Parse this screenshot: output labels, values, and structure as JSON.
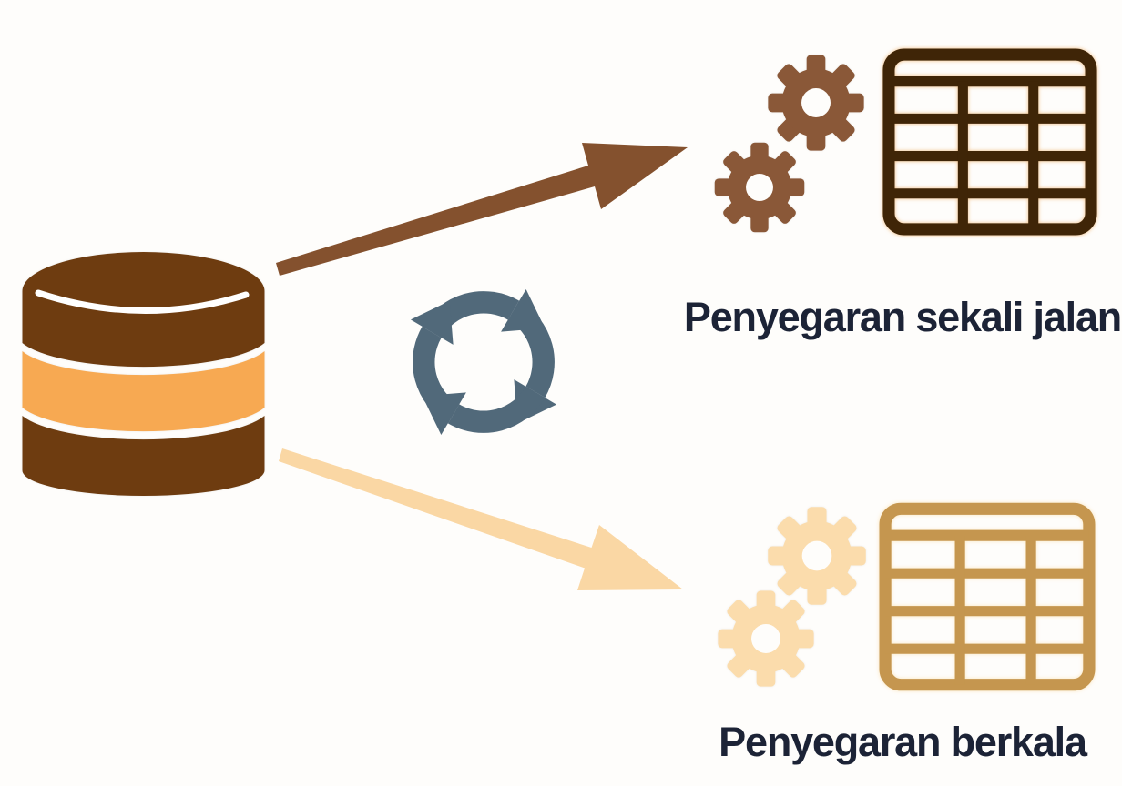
{
  "diagram": {
    "source_icon": "database-icon",
    "center_icon": "sync-cycle-icon",
    "branches": [
      {
        "id": "one_time",
        "icons": [
          "gears-icon",
          "table-icon"
        ],
        "label": "Penyegaran sekali jalan"
      },
      {
        "id": "periodic",
        "icons": [
          "gears-icon",
          "table-icon"
        ],
        "label": "Penyegaran berkala"
      }
    ]
  },
  "labels": {
    "one_time": "Penyegaran sekali jalan",
    "periodic": "Penyegaran berkala"
  },
  "colors": {
    "db_body": "#6E3C10",
    "db_band": "#F7A952",
    "arrow_one_time": "#84512E",
    "arrow_periodic": "#FAD7A4",
    "cycle": "#51697A",
    "gear_one_time": "#8A5838",
    "gear_periodic": "#FBDCAC",
    "table_one_time": "#3F2507",
    "table_periodic": "#C5964F",
    "label_text": "#1C2336"
  }
}
